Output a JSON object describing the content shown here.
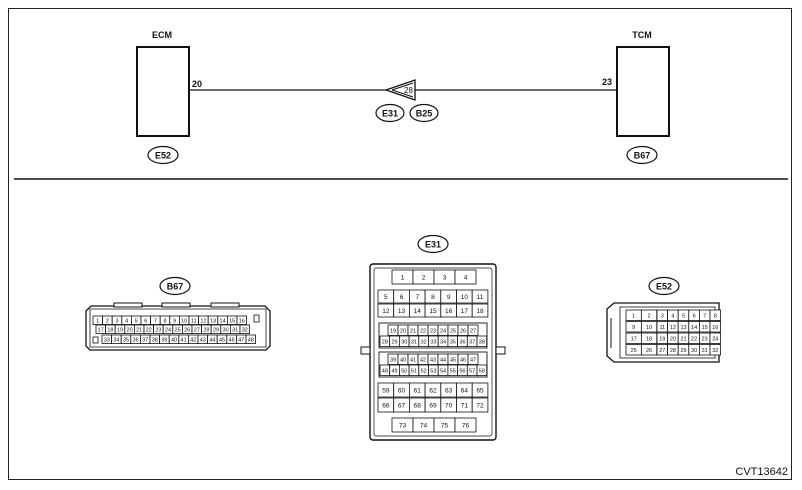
{
  "top": {
    "ecm": {
      "label": "ECM",
      "pin": "20",
      "connector": "E52"
    },
    "tcm": {
      "label": "TCM",
      "pin": "23",
      "connector": "B67"
    },
    "joint": {
      "pin": "28",
      "connectors": [
        "E31",
        "B25"
      ]
    }
  },
  "connectors": {
    "b67": {
      "label": "B67",
      "rows": [
        [
          "1",
          "2",
          "3",
          "4",
          "5",
          "6",
          "7",
          "8",
          "9",
          "10",
          "11",
          "12",
          "13",
          "14",
          "15",
          "16"
        ],
        [
          "17",
          "18",
          "19",
          "20",
          "21",
          "22",
          "23",
          "24",
          "25",
          "26",
          "27",
          "28",
          "29",
          "30",
          "31",
          "32"
        ],
        [
          "33",
          "34",
          "35",
          "36",
          "37",
          "38",
          "39",
          "40",
          "41",
          "42",
          "43",
          "44",
          "45",
          "46",
          "47",
          "48"
        ]
      ]
    },
    "e31": {
      "label": "E31",
      "rows": [
        [
          "1",
          "2",
          "3",
          "4"
        ],
        [
          "5",
          "6",
          "7",
          "8",
          "9",
          "10",
          "11"
        ],
        [
          "12",
          "13",
          "14",
          "15",
          "16",
          "17",
          "18"
        ],
        [
          "19",
          "20",
          "21",
          "22",
          "23",
          "24",
          "25",
          "26",
          "27"
        ],
        [
          "28",
          "29",
          "30",
          "31",
          "32",
          "33",
          "34",
          "35",
          "36",
          "37",
          "38"
        ],
        [
          "39",
          "40",
          "41",
          "42",
          "43",
          "44",
          "45",
          "46",
          "47"
        ],
        [
          "48",
          "49",
          "50",
          "51",
          "52",
          "53",
          "54",
          "55",
          "56",
          "57",
          "58"
        ],
        [
          "59",
          "60",
          "61",
          "62",
          "63",
          "64",
          "65"
        ],
        [
          "66",
          "67",
          "68",
          "69",
          "70",
          "71",
          "72"
        ],
        [
          "73",
          "74",
          "75",
          "76"
        ]
      ]
    },
    "e52": {
      "label": "E52",
      "rows": [
        [
          "1",
          "2",
          "3",
          "4",
          "5",
          "6",
          "7",
          "8"
        ],
        [
          "9",
          "10",
          "11",
          "12",
          "13",
          "14",
          "15",
          "16"
        ],
        [
          "17",
          "18",
          "19",
          "20",
          "21",
          "22",
          "23",
          "24"
        ],
        [
          "25",
          "26",
          "27",
          "28",
          "29",
          "30",
          "31",
          "32"
        ]
      ]
    }
  },
  "diagram_code": "CVT13642"
}
